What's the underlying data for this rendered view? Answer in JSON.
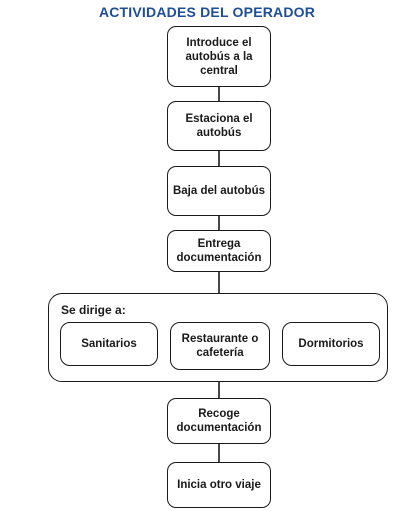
{
  "title": "ACTIVIDADES DEL OPERADOR",
  "steps": [
    "Introduce el autobús a la central",
    "Estaciona el autobús",
    "Baja del autobús",
    "Entrega documentación"
  ],
  "group": {
    "label": "Se dirige a:",
    "options": [
      "Sanitarios",
      "Restaurante o cafetería",
      "Dormitorios"
    ]
  },
  "final_steps": [
    "Recoge documentación",
    "Inicia otro viaje"
  ]
}
